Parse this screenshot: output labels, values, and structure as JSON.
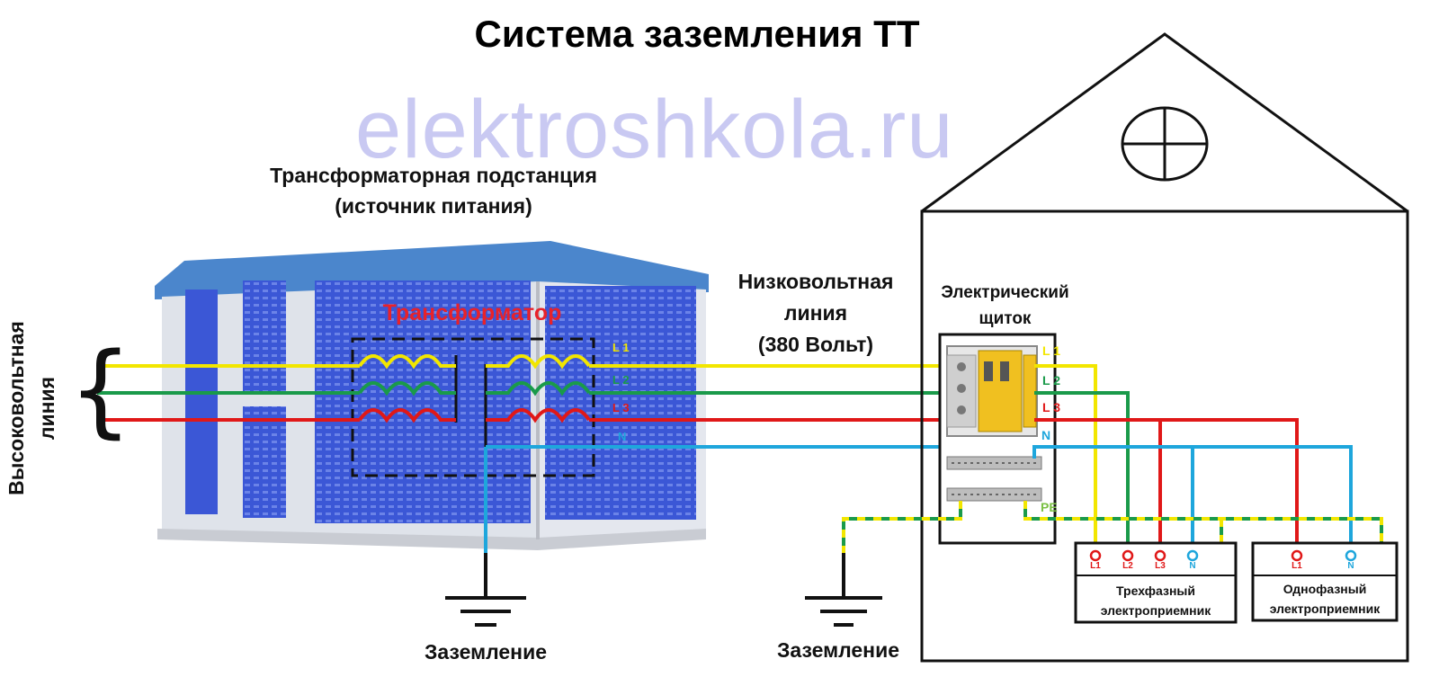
{
  "title": "Система заземления ТТ",
  "watermark": "elektroshkola.ru",
  "substation": {
    "label_line1": "Трансформаторная подстанция",
    "label_line2": "(источник питания)",
    "transformer_label": "Трансформатор"
  },
  "high_voltage_line": "Высоковольтная линия",
  "low_voltage": {
    "line1": "Низковольтная",
    "line2": "линия",
    "line3": "(380 Вольт)"
  },
  "panel": {
    "line1": "Электрический",
    "line2": "щиток"
  },
  "conductors": {
    "l1": "L 1",
    "l2": "L 2",
    "l3": "L 3",
    "n": "N",
    "pe": "PE"
  },
  "three_phase": {
    "line1": "Трехфазный",
    "line2": "электроприемник",
    "terminals": [
      "L1",
      "L2",
      "L3",
      "N"
    ]
  },
  "single_phase": {
    "line1": "Однофазный",
    "line2": "электроприемник",
    "terminals": [
      "L1",
      "N"
    ]
  },
  "grounding_left": "Заземление",
  "grounding_right": "Заземление",
  "colors": {
    "l1": "#f2e600",
    "l2": "#1a9a4a",
    "l3": "#e01818",
    "n": "#1ea6dc",
    "pe_yellow": "#f2e600",
    "pe_green": "#1a9a4a",
    "transformer_label": "#e8222a",
    "substation_panel": "#3b57d6",
    "substation_roof": "#4b86cc"
  }
}
